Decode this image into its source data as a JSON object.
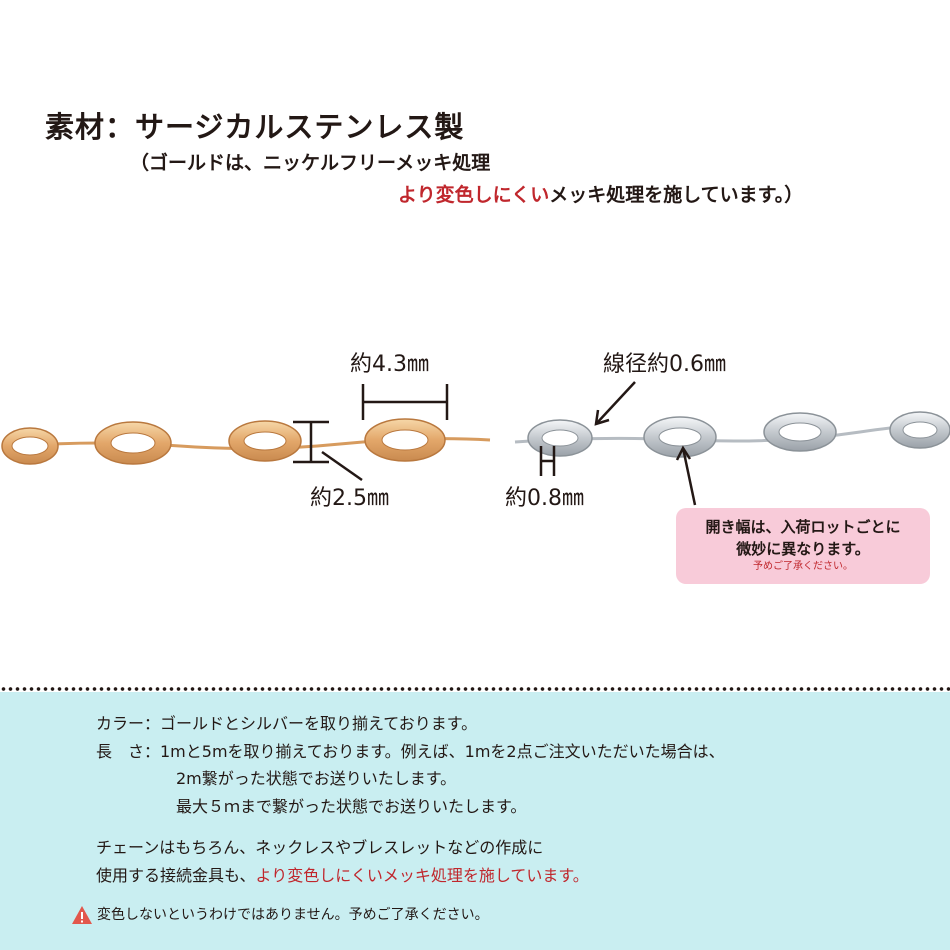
{
  "header": {
    "title": "素材：サージカルステンレス製",
    "sub_line1": "（ゴールドは、ニッケルフリーメッキ処理",
    "sub_line2_red": "より変色しにくい",
    "sub_line2_rest": "メッキ処理を施しています。）"
  },
  "dimensions": {
    "gold_width": "約4.3㎜",
    "gold_height": "約2.5㎜",
    "silver_wire": "線径約0.6㎜",
    "silver_gap": "約0.8㎜"
  },
  "note": {
    "line1": "開き幅は、入荷ロットごとに",
    "line2": "微妙に異なります。",
    "line3": "予めご了承ください。"
  },
  "info": {
    "color_line": "カラー：ゴールドとシルバーを取り揃えております。",
    "length_line1": "長　さ：1mと5mを取り揃えております。例えば、1mを2点ご注文いただいた場合は、",
    "length_line2": "2m繋がった状態でお送りいたします。",
    "length_line3": "最大５ｍまで繋がった状態でお送りいたします。",
    "chain_line1": "チェーンはもちろん、ネックレスやブレスレットなどの作成に",
    "chain_line2_normal": "使用する接続金具も、",
    "chain_line2_red": "より変色しにくいメッキ処理を施しています。",
    "warning": "変色しないというわけではありません。予めご了承ください。"
  },
  "colors": {
    "gold": "#e8b37a",
    "silver": "#c9ced3",
    "accent_red": "#c0272d",
    "note_pink": "#f8cbd9",
    "panel_blue": "#c9eef1"
  }
}
